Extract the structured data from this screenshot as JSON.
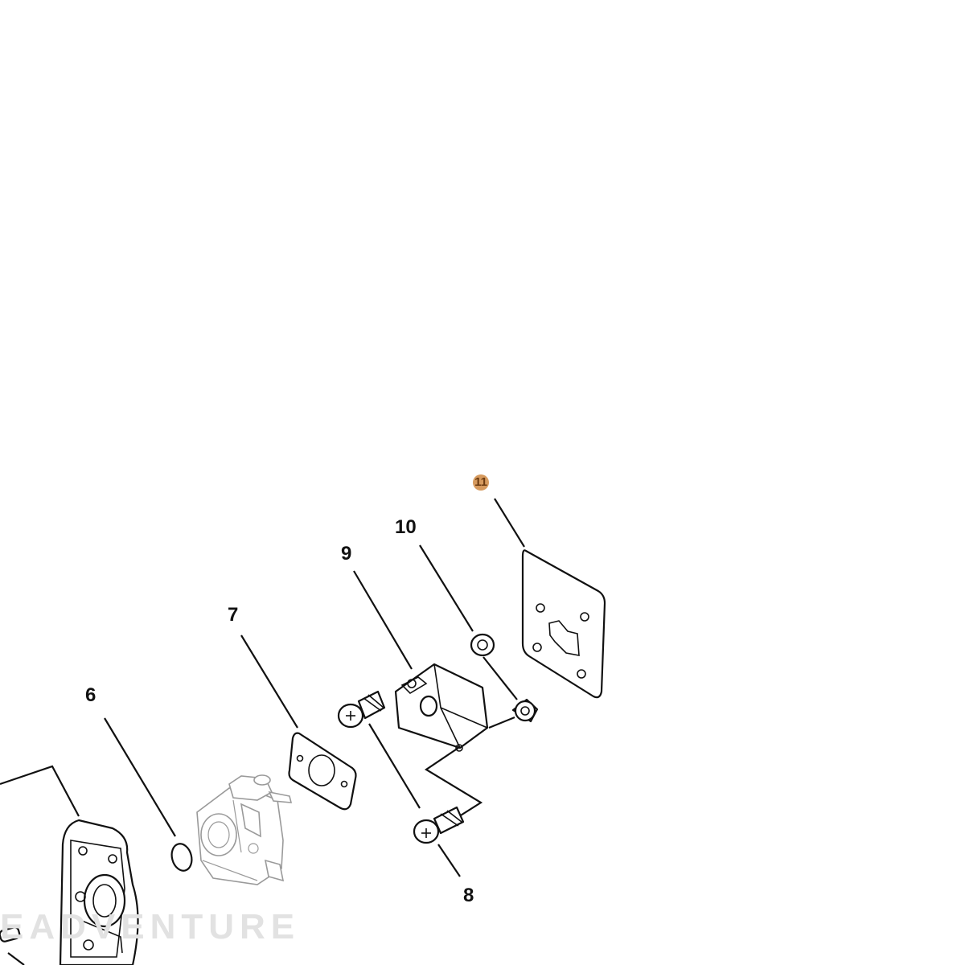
{
  "diagram": {
    "callouts": {
      "c6": "6",
      "c7": "7",
      "c8": "8",
      "c9": "9",
      "c10": "10",
      "c11": "11"
    },
    "watermark": "EADVENTURE",
    "colors": {
      "ink": "#111111",
      "carburetor": "#9a9a9a",
      "marker": "#d69a5e",
      "watermark": "#e2e2e2"
    }
  }
}
